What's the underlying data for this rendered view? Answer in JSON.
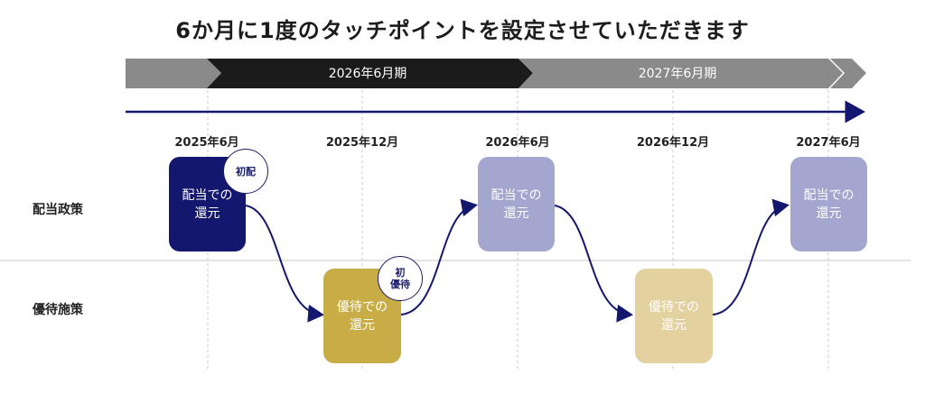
{
  "title": "6か月に1度のタッチポイントを設定させていただきます",
  "periods": [
    {
      "label": "2026年6月期",
      "color": "#1b1b1b"
    },
    {
      "label": "2027年6月期",
      "color": "#8a8a8a"
    }
  ],
  "dates": [
    "2025年6月",
    "2025年12月",
    "2026年6月",
    "2026年12月",
    "2027年6月"
  ],
  "rows": {
    "dividend": "配当政策",
    "benefit": "優待施策"
  },
  "cards": {
    "dividend_first": {
      "line1": "配当での",
      "line2": "還元",
      "color": "#14176e"
    },
    "benefit_first": {
      "line1": "優待での",
      "line2": "還元",
      "color": "#c8ad46"
    },
    "dividend_2026": {
      "line1": "配当での",
      "line2": "還元",
      "color": "#a3a6cf"
    },
    "benefit_2026": {
      "line1": "優待での",
      "line2": "還元",
      "color": "#e3d29f"
    },
    "dividend_2027": {
      "line1": "配当での",
      "line2": "還元",
      "color": "#a3a6cf"
    }
  },
  "badges": {
    "first_dividend": "初配",
    "first_benefit_1": "初",
    "first_benefit_2": "優待"
  },
  "colors": {
    "arrow": "#14176e",
    "gray_band": "#8a8a8a"
  }
}
